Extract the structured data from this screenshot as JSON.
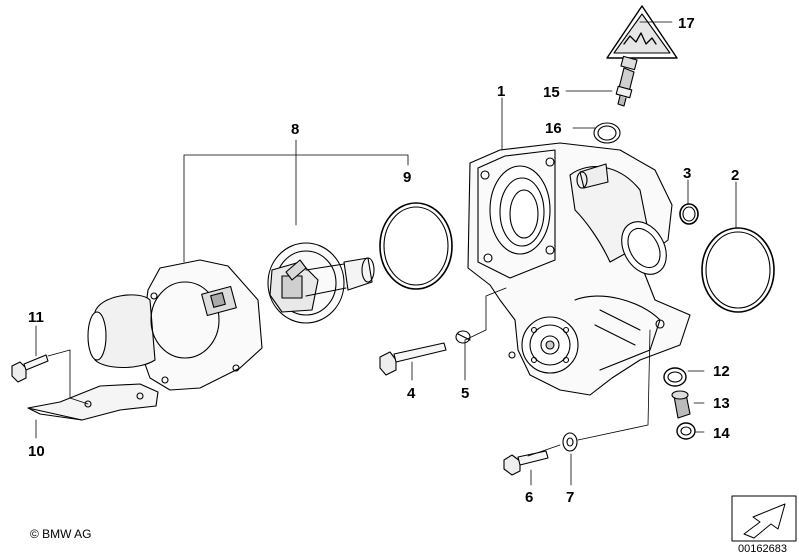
{
  "callouts": {
    "c1": "1",
    "c2": "2",
    "c3": "3",
    "c4": "4",
    "c5": "5",
    "c6": "6",
    "c7": "7",
    "c8": "8",
    "c9": "9",
    "c10": "10",
    "c11": "11",
    "c12": "12",
    "c13": "13",
    "c14": "14",
    "c15": "15",
    "c16": "16",
    "c17": "17"
  },
  "footer": {
    "copyright": "© BMW AG",
    "document_number": "00162683"
  }
}
